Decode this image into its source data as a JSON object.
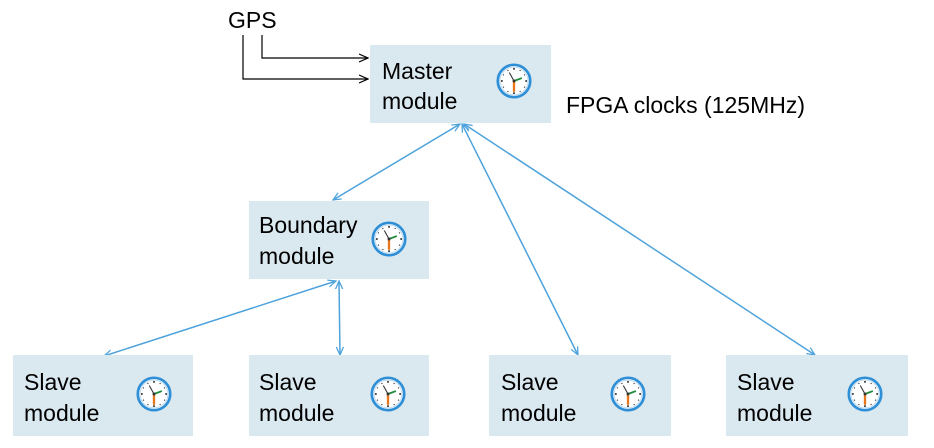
{
  "gps_label": "GPS",
  "clock_label": "FPGA clocks (125MHz)",
  "colors": {
    "box_fill": "#dae8f0",
    "link": "#4ea3dc",
    "gps_line": "#000000"
  },
  "icons": {
    "module_clock": "clock-icon"
  },
  "modules": {
    "master": {
      "line1": "Master",
      "line2": "module"
    },
    "boundary": {
      "line1": "Boundary",
      "line2": "module"
    },
    "slave1": {
      "line1": "Slave",
      "line2": "module"
    },
    "slave2": {
      "line1": "Slave",
      "line2": "module"
    },
    "slave3": {
      "line1": "Slave",
      "line2": "module"
    },
    "slave4": {
      "line1": "Slave",
      "line2": "module"
    }
  }
}
